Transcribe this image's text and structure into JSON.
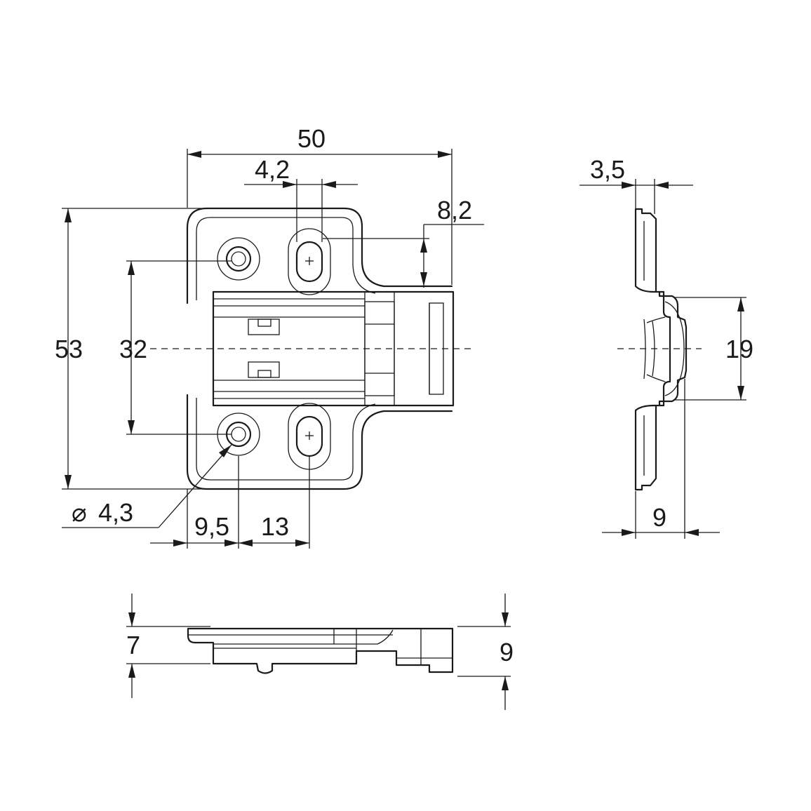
{
  "dimensions": {
    "width_total": "50",
    "slot_width": "4,2",
    "slot_offset": "8,2",
    "height_total": "53",
    "hole_spacing": "32",
    "hole_diameter": "4,3",
    "hole_edge_offset": "9,5",
    "hole_slot_distance": "13",
    "side_thickness": "3,5",
    "side_channel": "19",
    "side_depth": "9",
    "bottom_plate": "7",
    "bottom_total": "9"
  },
  "symbols": {
    "diameter": "⌀"
  }
}
